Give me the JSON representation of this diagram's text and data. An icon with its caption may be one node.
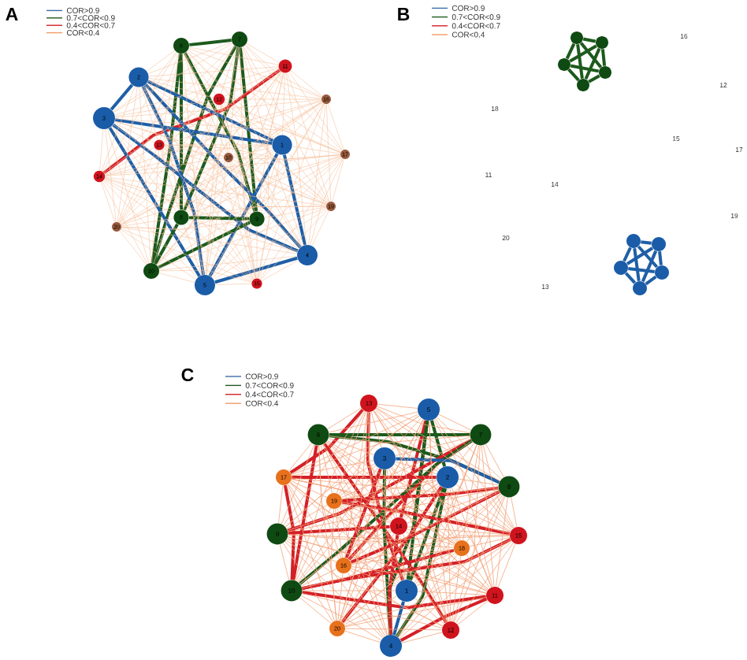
{
  "diagram": {
    "nodes": [
      {
        "text": [
          "6"
        ]
      },
      {
        "text": [
          "7"
        ]
      },
      {
        "text": [
          "11"
        ]
      },
      {
        "text": [
          "2"
        ]
      },
      {
        "text": [
          "12"
        ]
      },
      {
        "text": [
          "16"
        ]
      },
      {
        "text": [
          "3"
        ]
      },
      {
        "text": [
          "13"
        ]
      },
      {
        "text": [
          "1"
        ]
      },
      {
        "text": [
          "17"
        ]
      },
      {
        "text": [
          "18"
        ]
      },
      {
        "text": [
          "14"
        ]
      },
      {
        "text": [
          "19"
        ]
      },
      {
        "text": [
          "8"
        ]
      },
      {
        "text": [
          "9"
        ]
      },
      {
        "text": [
          "20"
        ]
      },
      {
        "text": [
          "4"
        ]
      },
      {
        "text": [
          "10"
        ]
      },
      {
        "text": [
          "5"
        ]
      },
      {
        "text": [
          "15"
        ]
      },
      {
        "text": [],
        "shape": "circle"
      },
      {
        "text": [],
        "shape": "circle"
      },
      {
        "text": [
          "16"
        ]
      },
      {
        "text": [],
        "shape": "circle"
      },
      {
        "text": [],
        "shape": "circle"
      },
      {
        "text": [],
        "shape": "circle"
      },
      {
        "text": [
          "12"
        ]
      },
      {
        "text": [
          "18"
        ]
      },
      {
        "text": [
          "15"
        ]
      },
      {
        "text": [
          "17"
        ]
      },
      {
        "text": [
          "11"
        ]
      },
      {
        "text": [
          "14"
        ]
      },
      {
        "text": [
          "19"
        ]
      },
      {
        "text": [
          "20"
        ]
      },
      {
        "text": [],
        "shape": "circle"
      },
      {
        "text": [],
        "shape": "circle"
      },
      {
        "text": [],
        "shape": "circle"
      },
      {
        "text": [],
        "shape": "circle"
      },
      {
        "text": [],
        "shape": "circle"
      },
      {
        "text": [
          "13"
        ]
      },
      {
        "text": [
          "13"
        ]
      },
      {
        "text": [
          "5"
        ]
      },
      {
        "text": [
          "6"
        ]
      },
      {
        "text": [
          "7"
        ]
      },
      {
        "text": [
          "3"
        ]
      },
      {
        "text": [
          "2"
        ]
      },
      {
        "text": [
          "17"
        ]
      },
      {
        "text": [
          "8"
        ]
      },
      {
        "text": [
          "19"
        ]
      },
      {
        "text": [
          "14"
        ]
      },
      {
        "text": [
          "9"
        ]
      },
      {
        "text": [
          "15"
        ]
      },
      {
        "text": [
          "18"
        ]
      },
      {
        "text": [
          "16"
        ]
      },
      {
        "text": [
          "10"
        ]
      },
      {
        "text": [
          "1"
        ]
      },
      {
        "text": [
          "11"
        ]
      },
      {
        "text": [
          "12"
        ]
      },
      {
        "text": [
          "20"
        ]
      },
      {
        "text": [
          "4"
        ]
      }
    ],
    "edges": [
      {
        "from": 0,
        "to": 1,
        "arrow": "none",
        "style": "thick",
        "color": "#1d5a1d"
      },
      {
        "from": 0,
        "to": 2,
        "arrow": "none"
      },
      {
        "from": 0,
        "to": 3,
        "arrow": "none"
      },
      {
        "from": 0,
        "to": 4,
        "arrow": "none"
      },
      {
        "from": 0,
        "to": 5,
        "arrow": "none"
      },
      {
        "from": 0,
        "to": 6,
        "arrow": "none"
      },
      {
        "from": 0,
        "to": 7,
        "arrow": "none"
      },
      {
        "from": 0,
        "to": 8,
        "arrow": "none"
      },
      {
        "from": 0,
        "to": 9,
        "arrow": "none"
      },
      {
        "from": 0,
        "to": 10,
        "arrow": "none"
      },
      {
        "from": 0,
        "to": 11,
        "arrow": "none"
      },
      {
        "from": 0,
        "to": 12,
        "arrow": "none"
      },
      {
        "from": 0,
        "to": 13,
        "arrow": "none",
        "style": "thick",
        "color": "#1d5a1d"
      },
      {
        "from": 0,
        "to": 14,
        "arrow": "none",
        "style": "thick",
        "color": "#1d5a1d"
      },
      {
        "from": 0,
        "to": 15,
        "arrow": "none"
      },
      {
        "from": 0,
        "to": 16,
        "arrow": "none"
      },
      {
        "from": 0,
        "to": 17,
        "arrow": "none",
        "style": "thick",
        "color": "#1d5a1d"
      },
      {
        "from": 0,
        "to": 18,
        "arrow": "none"
      },
      {
        "from": 0,
        "to": 19,
        "arrow": "none"
      },
      {
        "from": 1,
        "to": 2,
        "arrow": "none"
      },
      {
        "from": 1,
        "to": 3,
        "arrow": "none"
      },
      {
        "from": 1,
        "to": 4,
        "arrow": "none"
      },
      {
        "from": 1,
        "to": 5,
        "arrow": "none"
      },
      {
        "from": 1,
        "to": 6,
        "arrow": "none"
      },
      {
        "from": 1,
        "to": 7,
        "arrow": "none"
      },
      {
        "from": 1,
        "to": 8,
        "arrow": "none"
      },
      {
        "from": 1,
        "to": 9,
        "arrow": "none"
      },
      {
        "from": 1,
        "to": 10,
        "arrow": "none"
      },
      {
        "from": 1,
        "to": 11,
        "arrow": "none"
      },
      {
        "from": 1,
        "to": 12,
        "arrow": "none"
      },
      {
        "from": 1,
        "to": 13,
        "arrow": "none",
        "style": "thick",
        "color": "#1d5a1d"
      },
      {
        "from": 1,
        "to": 14,
        "arrow": "none",
        "style": "thick",
        "color": "#1d5a1d"
      },
      {
        "from": 1,
        "to": 15,
        "arrow": "none"
      },
      {
        "from": 1,
        "to": 16,
        "arrow": "none"
      },
      {
        "from": 1,
        "to": 17,
        "arrow": "none",
        "style": "thick",
        "color": "#1d5a1d"
      },
      {
        "from": 1,
        "to": 18,
        "arrow": "none"
      },
      {
        "from": 1,
        "to": 19,
        "arrow": "none"
      },
      {
        "from": 2,
        "to": 3,
        "arrow": "none"
      },
      {
        "from": 2,
        "to": 4,
        "arrow": "none"
      },
      {
        "from": 2,
        "to": 5,
        "arrow": "none"
      },
      {
        "from": 2,
        "to": 6,
        "arrow": "none"
      },
      {
        "from": 2,
        "to": 7,
        "arrow": "none"
      },
      {
        "from": 2,
        "to": 8,
        "arrow": "none"
      },
      {
        "from": 2,
        "to": 9,
        "arrow": "none"
      },
      {
        "from": 2,
        "to": 10,
        "arrow": "none"
      },
      {
        "from": 2,
        "to": 11,
        "arrow": "none",
        "style": "thick",
        "color": "#d42027"
      },
      {
        "from": 2,
        "to": 12,
        "arrow": "none"
      },
      {
        "from": 2,
        "to": 13,
        "arrow": "none"
      },
      {
        "from": 2,
        "to": 14,
        "arrow": "none"
      },
      {
        "from": 2,
        "to": 15,
        "arrow": "none"
      },
      {
        "from": 2,
        "to": 16,
        "arrow": "none"
      },
      {
        "from": 2,
        "to": 17,
        "arrow": "none"
      },
      {
        "from": 2,
        "to": 18,
        "arrow": "none"
      },
      {
        "from": 2,
        "to": 19,
        "arrow": "none"
      },
      {
        "from": 3,
        "to": 4,
        "arrow": "none"
      },
      {
        "from": 3,
        "to": 5,
        "arrow": "none"
      },
      {
        "from": 3,
        "to": 6,
        "arrow": "none",
        "style": "thick",
        "color": "#1f5fa6"
      },
      {
        "from": 3,
        "to": 7,
        "arrow": "none"
      },
      {
        "from": 3,
        "to": 8,
        "arrow": "none",
        "style": "thick",
        "color": "#1f5fa6"
      },
      {
        "from": 3,
        "to": 9,
        "arrow": "none"
      },
      {
        "from": 3,
        "to": 10,
        "arrow": "none"
      },
      {
        "from": 3,
        "to": 11,
        "arrow": "none"
      },
      {
        "from": 3,
        "to": 12,
        "arrow": "none"
      },
      {
        "from": 3,
        "to": 13,
        "arrow": "none"
      },
      {
        "from": 3,
        "to": 14,
        "arrow": "none"
      },
      {
        "from": 3,
        "to": 15,
        "arrow": "none"
      },
      {
        "from": 3,
        "to": 16,
        "arrow": "none",
        "style": "thick",
        "color": "#1f5fa6"
      },
      {
        "from": 3,
        "to": 17,
        "arrow": "none"
      },
      {
        "from": 3,
        "to": 18,
        "arrow": "none",
        "style": "thick",
        "color": "#1f5fa6"
      },
      {
        "from": 3,
        "to": 19,
        "arrow": "none"
      },
      {
        "from": 4,
        "to": 5,
        "arrow": "none"
      },
      {
        "from": 4,
        "to": 6,
        "arrow": "none"
      },
      {
        "from": 4,
        "to": 7,
        "arrow": "none"
      },
      {
        "from": 4,
        "to": 8,
        "arrow": "none"
      },
      {
        "from": 4,
        "to": 9,
        "arrow": "none"
      },
      {
        "from": 4,
        "to": 10,
        "arrow": "none"
      },
      {
        "from": 4,
        "to": 11,
        "arrow": "none"
      },
      {
        "from": 4,
        "to": 12,
        "arrow": "none"
      },
      {
        "from": 4,
        "to": 13,
        "arrow": "none"
      },
      {
        "from": 4,
        "to": 14,
        "arrow": "none"
      },
      {
        "from": 4,
        "to": 15,
        "arrow": "none"
      },
      {
        "from": 4,
        "to": 16,
        "arrow": "none"
      },
      {
        "from": 4,
        "to": 17,
        "arrow": "none"
      },
      {
        "from": 4,
        "to": 18,
        "arrow": "none"
      },
      {
        "from": 4,
        "to": 19,
        "arrow": "none"
      },
      {
        "from": 5,
        "to": 6,
        "arrow": "none"
      },
      {
        "from": 5,
        "to": 7,
        "arrow": "none"
      },
      {
        "from": 5,
        "to": 8,
        "arrow": "none"
      },
      {
        "from": 5,
        "to": 9,
        "arrow": "none"
      },
      {
        "from": 5,
        "to": 10,
        "arrow": "none"
      },
      {
        "from": 5,
        "to": 11,
        "arrow": "none"
      },
      {
        "from": 5,
        "to": 12,
        "arrow": "none"
      },
      {
        "from": 5,
        "to": 13,
        "arrow": "none"
      },
      {
        "from": 5,
        "to": 14,
        "arrow": "none"
      },
      {
        "from": 5,
        "to": 15,
        "arrow": "none"
      },
      {
        "from": 5,
        "to": 16,
        "arrow": "none"
      },
      {
        "from": 5,
        "to": 17,
        "arrow": "none"
      },
      {
        "from": 5,
        "to": 18,
        "arrow": "none"
      },
      {
        "from": 5,
        "to": 19,
        "arrow": "none"
      },
      {
        "from": 6,
        "to": 7,
        "arrow": "none"
      },
      {
        "from": 6,
        "to": 8,
        "arrow": "none",
        "style": "thick",
        "color": "#1f5fa6"
      },
      {
        "from": 6,
        "to": 9,
        "arrow": "none"
      },
      {
        "from": 6,
        "to": 10,
        "arrow": "none"
      },
      {
        "from": 6,
        "to": 11,
        "arrow": "none"
      },
      {
        "from": 6,
        "to": 12,
        "arrow": "none"
      },
      {
        "from": 6,
        "to": 13,
        "arrow": "none"
      },
      {
        "from": 6,
        "to": 14,
        "arrow": "none"
      },
      {
        "from": 6,
        "to": 15,
        "arrow": "none"
      },
      {
        "from": 6,
        "to": 16,
        "arrow": "none",
        "style": "thick",
        "color": "#1f5fa6"
      },
      {
        "from": 6,
        "to": 17,
        "arrow": "none"
      },
      {
        "from": 6,
        "to": 18,
        "arrow": "none",
        "style": "thick",
        "color": "#1f5fa6"
      },
      {
        "from": 6,
        "to": 19,
        "arrow": "none"
      },
      {
        "from": 7,
        "to": 8,
        "arrow": "none"
      },
      {
        "from": 7,
        "to": 9,
        "arrow": "none"
      },
      {
        "from": 7,
        "to": 10,
        "arrow": "none"
      },
      {
        "from": 7,
        "to": 11,
        "arrow": "none"
      },
      {
        "from": 7,
        "to": 12,
        "arrow": "none"
      },
      {
        "from": 7,
        "to": 13,
        "arrow": "none"
      },
      {
        "from": 7,
        "to": 14,
        "arrow": "none"
      },
      {
        "from": 7,
        "to": 15,
        "arrow": "none"
      },
      {
        "from": 7,
        "to": 16,
        "arrow": "none"
      },
      {
        "from": 7,
        "to": 17,
        "arrow": "none"
      },
      {
        "from": 7,
        "to": 18,
        "arrow": "none"
      },
      {
        "from": 7,
        "to": 19,
        "arrow": "none"
      },
      {
        "from": 8,
        "to": 9,
        "arrow": "none"
      },
      {
        "from": 8,
        "to": 10,
        "arrow": "none"
      },
      {
        "from": 8,
        "to": 11,
        "arrow": "none"
      },
      {
        "from": 8,
        "to": 12,
        "arrow": "none"
      },
      {
        "from": 8,
        "to": 13,
        "arrow": "none"
      },
      {
        "from": 8,
        "to": 14,
        "arrow": "none"
      },
      {
        "from": 8,
        "to": 15,
        "arrow": "none"
      },
      {
        "from": 8,
        "to": 16,
        "arrow": "none",
        "style": "thick",
        "color": "#1f5fa6"
      },
      {
        "from": 8,
        "to": 17,
        "arrow": "none"
      },
      {
        "from": 8,
        "to": 18,
        "arrow": "none",
        "style": "thick",
        "color": "#1f5fa6"
      },
      {
        "from": 8,
        "to": 19,
        "arrow": "none"
      },
      {
        "from": 9,
        "to": 10,
        "arrow": "none"
      },
      {
        "from": 9,
        "to": 11,
        "arrow": "none"
      },
      {
        "from": 9,
        "to": 12,
        "arrow": "none"
      },
      {
        "from": 9,
        "to": 13,
        "arrow": "none"
      },
      {
        "from": 9,
        "to": 14,
        "arrow": "none"
      },
      {
        "from": 9,
        "to": 15,
        "arrow": "none"
      },
      {
        "from": 9,
        "to": 16,
        "arrow": "none"
      },
      {
        "from": 9,
        "to": 17,
        "arrow": "none"
      },
      {
        "from": 9,
        "to": 18,
        "arrow": "none"
      },
      {
        "from": 9,
        "to": 19,
        "arrow": "none"
      },
      {
        "from": 10,
        "to": 11,
        "arrow": "none"
      },
      {
        "from": 10,
        "to": 12,
        "arrow": "none"
      },
      {
        "from": 10,
        "to": 13,
        "arrow": "none"
      },
      {
        "from": 10,
        "to": 14,
        "arrow": "none"
      },
      {
        "from": 10,
        "to": 15,
        "arrow": "none"
      },
      {
        "from": 10,
        "to": 16,
        "arrow": "none"
      },
      {
        "from": 10,
        "to": 17,
        "arrow": "none"
      },
      {
        "from": 10,
        "to": 18,
        "arrow": "none"
      },
      {
        "from": 10,
        "to": 19,
        "arrow": "none"
      },
      {
        "from": 11,
        "to": 12,
        "arrow": "none"
      },
      {
        "from": 11,
        "to": 13,
        "arrow": "none"
      },
      {
        "from": 11,
        "to": 14,
        "arrow": "none"
      },
      {
        "from": 11,
        "to": 15,
        "arrow": "none"
      },
      {
        "from": 11,
        "to": 16,
        "arrow": "none"
      },
      {
        "from": 11,
        "to": 17,
        "arrow": "none"
      },
      {
        "from": 11,
        "to": 18,
        "arrow": "none"
      },
      {
        "from": 11,
        "to": 19,
        "arrow": "none"
      },
      {
        "from": 12,
        "to": 13,
        "arrow": "none"
      },
      {
        "from": 12,
        "to": 14,
        "arrow": "none"
      },
      {
        "from": 12,
        "to": 15,
        "arrow": "none"
      },
      {
        "from": 12,
        "to": 16,
        "arrow": "none"
      },
      {
        "from": 12,
        "to": 17,
        "arrow": "none"
      },
      {
        "from": 12,
        "to": 18,
        "arrow": "none"
      },
      {
        "from": 12,
        "to": 19,
        "arrow": "none"
      },
      {
        "from": 13,
        "to": 14,
        "arrow": "none",
        "style": "thick",
        "color": "#1d5a1d"
      },
      {
        "from": 13,
        "to": 15,
        "arrow": "none"
      },
      {
        "from": 13,
        "to": 16,
        "arrow": "none"
      },
      {
        "from": 13,
        "to": 17,
        "arrow": "none",
        "style": "thick",
        "color": "#1d5a1d"
      },
      {
        "from": 13,
        "to": 18,
        "arrow": "none"
      },
      {
        "from": 13,
        "to": 19,
        "arrow": "none"
      },
      {
        "from": 14,
        "to": 15,
        "arrow": "none"
      },
      {
        "from": 14,
        "to": 16,
        "arrow": "none"
      },
      {
        "from": 14,
        "to": 17,
        "arrow": "none",
        "style": "thick",
        "color": "#1d5a1d"
      },
      {
        "from": 14,
        "to": 18,
        "arrow": "none"
      },
      {
        "from": 14,
        "to": 19,
        "arrow": "none"
      },
      {
        "from": 15,
        "to": 16,
        "arrow": "none"
      },
      {
        "from": 15,
        "to": 17,
        "arrow": "none"
      },
      {
        "from": 15,
        "to": 18,
        "arrow": "none"
      },
      {
        "from": 15,
        "to": 19,
        "arrow": "none"
      },
      {
        "from": 16,
        "to": 17,
        "arrow": "none"
      },
      {
        "from": 16,
        "to": 18,
        "arrow": "none",
        "style": "thick",
        "color": "#1f5fa6"
      },
      {
        "from": 16,
        "to": 19,
        "arrow": "none"
      },
      {
        "from": 17,
        "to": 18,
        "arrow": "none"
      },
      {
        "from": 17,
        "to": 19,
        "arrow": "none"
      },
      {
        "from": 18,
        "to": 19,
        "arrow": "none"
      },
      {
        "from": 20,
        "to": 21,
        "arrow": "none",
        "style": "thick",
        "color": "#1d5a1d"
      },
      {
        "from": 20,
        "to": 23,
        "arrow": "none",
        "style": "thick",
        "color": "#1d5a1d"
      },
      {
        "from": 20,
        "to": 24,
        "arrow": "none",
        "style": "thick",
        "color": "#1d5a1d"
      },
      {
        "from": 20,
        "to": 25,
        "arrow": "none",
        "style": "thick",
        "color": "#1d5a1d"
      },
      {
        "from": 21,
        "to": 23,
        "arrow": "none",
        "style": "thick",
        "color": "#1d5a1d"
      },
      {
        "from": 21,
        "to": 24,
        "arrow": "none",
        "style": "thick",
        "color": "#1d5a1d"
      },
      {
        "from": 21,
        "to": 25,
        "arrow": "none",
        "style": "thick",
        "color": "#1d5a1d"
      },
      {
        "from": 23,
        "to": 24,
        "arrow": "none",
        "style": "thick",
        "color": "#1d5a1d"
      },
      {
        "from": 23,
        "to": 25,
        "arrow": "none",
        "style": "thick",
        "color": "#1d5a1d"
      },
      {
        "from": 24,
        "to": 25,
        "arrow": "none",
        "style": "thick",
        "color": "#1d5a1d"
      },
      {
        "from": 34,
        "to": 35,
        "arrow": "none",
        "style": "thick",
        "color": "#1f5fa6"
      },
      {
        "from": 34,
        "to": 36,
        "arrow": "none",
        "style": "thick",
        "color": "#1f5fa6"
      },
      {
        "from": 34,
        "to": 37,
        "arrow": "none",
        "style": "thick",
        "color": "#1f5fa6"
      },
      {
        "from": 34,
        "to": 38,
        "arrow": "none",
        "style": "thick",
        "color": "#1f5fa6"
      },
      {
        "from": 35,
        "to": 36,
        "arrow": "none",
        "style": "thick",
        "color": "#1f5fa6"
      },
      {
        "from": 35,
        "to": 37,
        "arrow": "none",
        "style": "thick",
        "color": "#1f5fa6"
      },
      {
        "from": 35,
        "to": 38,
        "arrow": "none",
        "style": "thick",
        "color": "#1f5fa6"
      },
      {
        "from": 36,
        "to": 37,
        "arrow": "none",
        "style": "thick",
        "color": "#1f5fa6"
      },
      {
        "from": 36,
        "to": 38,
        "arrow": "none",
        "style": "thick",
        "color": "#1f5fa6"
      },
      {
        "from": 37,
        "to": 38,
        "arrow": "none",
        "style": "thick",
        "color": "#1f5fa6"
      },
      {
        "from": 40,
        "to": 41,
        "arrow": "none"
      },
      {
        "from": 40,
        "to": 42,
        "arrow": "none"
      },
      {
        "from": 40,
        "to": 43,
        "arrow": "none"
      },
      {
        "from": 40,
        "to": 44,
        "arrow": "none"
      },
      {
        "from": 40,
        "to": 45,
        "arrow": "none"
      },
      {
        "from": 40,
        "to": 46,
        "arrow": "none",
        "style": "thick",
        "color": "#d42027"
      },
      {
        "from": 40,
        "to": 47,
        "arrow": "none"
      },
      {
        "from": 40,
        "to": 48,
        "arrow": "none"
      },
      {
        "from": 40,
        "to": 49,
        "arrow": "none"
      },
      {
        "from": 40,
        "to": 50,
        "arrow": "none"
      },
      {
        "from": 40,
        "to": 51,
        "arrow": "none"
      },
      {
        "from": 40,
        "to": 52,
        "arrow": "none"
      },
      {
        "from": 40,
        "to": 53,
        "arrow": "none"
      },
      {
        "from": 40,
        "to": 54,
        "arrow": "none"
      },
      {
        "from": 40,
        "to": 55,
        "arrow": "none",
        "style": "thick",
        "color": "#d42027"
      },
      {
        "from": 40,
        "to": 56,
        "arrow": "none"
      },
      {
        "from": 40,
        "to": 57,
        "arrow": "none"
      },
      {
        "from": 40,
        "to": 58,
        "arrow": "none"
      },
      {
        "from": 40,
        "to": 59,
        "arrow": "none"
      },
      {
        "from": 41,
        "to": 42,
        "arrow": "none"
      },
      {
        "from": 41,
        "to": 43,
        "arrow": "none"
      },
      {
        "from": 41,
        "to": 44,
        "arrow": "none"
      },
      {
        "from": 41,
        "to": 45,
        "arrow": "none",
        "style": "thick",
        "color": "#1d5a1d"
      },
      {
        "from": 41,
        "to": 46,
        "arrow": "none"
      },
      {
        "from": 41,
        "to": 47,
        "arrow": "none"
      },
      {
        "from": 41,
        "to": 48,
        "arrow": "none"
      },
      {
        "from": 41,
        "to": 49,
        "arrow": "none",
        "style": "thick",
        "color": "#d42027"
      },
      {
        "from": 41,
        "to": 50,
        "arrow": "none"
      },
      {
        "from": 41,
        "to": 51,
        "arrow": "none"
      },
      {
        "from": 41,
        "to": 52,
        "arrow": "none"
      },
      {
        "from": 41,
        "to": 53,
        "arrow": "none"
      },
      {
        "from": 41,
        "to": 54,
        "arrow": "none"
      },
      {
        "from": 41,
        "to": 55,
        "arrow": "none",
        "style": "thick",
        "color": "#1d5a1d"
      },
      {
        "from": 41,
        "to": 56,
        "arrow": "none"
      },
      {
        "from": 41,
        "to": 57,
        "arrow": "none"
      },
      {
        "from": 41,
        "to": 58,
        "arrow": "none"
      },
      {
        "from": 41,
        "to": 59,
        "arrow": "none",
        "style": "thick",
        "color": "#1d5a1d"
      },
      {
        "from": 42,
        "to": 43,
        "arrow": "none",
        "style": "thick",
        "color": "#1d5a1d"
      },
      {
        "from": 42,
        "to": 44,
        "arrow": "none"
      },
      {
        "from": 42,
        "to": 45,
        "arrow": "none"
      },
      {
        "from": 42,
        "to": 46,
        "arrow": "none"
      },
      {
        "from": 42,
        "to": 47,
        "arrow": "none",
        "style": "thick",
        "color": "#1d5a1d"
      },
      {
        "from": 42,
        "to": 48,
        "arrow": "none"
      },
      {
        "from": 42,
        "to": 49,
        "arrow": "none"
      },
      {
        "from": 42,
        "to": 50,
        "arrow": "none"
      },
      {
        "from": 42,
        "to": 51,
        "arrow": "none"
      },
      {
        "from": 42,
        "to": 52,
        "arrow": "none"
      },
      {
        "from": 42,
        "to": 53,
        "arrow": "none"
      },
      {
        "from": 42,
        "to": 54,
        "arrow": "none",
        "style": "thick",
        "color": "#d42027"
      },
      {
        "from": 42,
        "to": 55,
        "arrow": "none"
      },
      {
        "from": 42,
        "to": 56,
        "arrow": "none"
      },
      {
        "from": 42,
        "to": 57,
        "arrow": "none",
        "style": "thick",
        "color": "#d42027"
      },
      {
        "from": 42,
        "to": 58,
        "arrow": "none"
      },
      {
        "from": 42,
        "to": 59,
        "arrow": "none"
      },
      {
        "from": 43,
        "to": 44,
        "arrow": "none"
      },
      {
        "from": 43,
        "to": 45,
        "arrow": "none"
      },
      {
        "from": 43,
        "to": 46,
        "arrow": "none"
      },
      {
        "from": 43,
        "to": 47,
        "arrow": "none"
      },
      {
        "from": 43,
        "to": 48,
        "arrow": "none"
      },
      {
        "from": 43,
        "to": 49,
        "arrow": "none"
      },
      {
        "from": 43,
        "to": 50,
        "arrow": "none",
        "style": "thick",
        "color": "#d42027"
      },
      {
        "from": 43,
        "to": 51,
        "arrow": "none"
      },
      {
        "from": 43,
        "to": 52,
        "arrow": "none"
      },
      {
        "from": 43,
        "to": 53,
        "arrow": "none",
        "style": "thick",
        "color": "#d42027"
      },
      {
        "from": 43,
        "to": 54,
        "arrow": "none",
        "style": "thick",
        "color": "#1d5a1d"
      },
      {
        "from": 43,
        "to": 55,
        "arrow": "none"
      },
      {
        "from": 43,
        "to": 56,
        "arrow": "none"
      },
      {
        "from": 43,
        "to": 57,
        "arrow": "none"
      },
      {
        "from": 43,
        "to": 58,
        "arrow": "none"
      },
      {
        "from": 43,
        "to": 59,
        "arrow": "none"
      },
      {
        "from": 44,
        "to": 45,
        "arrow": "none"
      },
      {
        "from": 44,
        "to": 46,
        "arrow": "none"
      },
      {
        "from": 44,
        "to": 47,
        "arrow": "none",
        "style": "thick",
        "color": "#1f5fa6"
      },
      {
        "from": 44,
        "to": 48,
        "arrow": "none"
      },
      {
        "from": 44,
        "to": 49,
        "arrow": "none"
      },
      {
        "from": 44,
        "to": 50,
        "arrow": "none"
      },
      {
        "from": 44,
        "to": 51,
        "arrow": "none"
      },
      {
        "from": 44,
        "to": 52,
        "arrow": "none"
      },
      {
        "from": 44,
        "to": 53,
        "arrow": "none",
        "style": "thick",
        "color": "#d42027"
      },
      {
        "from": 44,
        "to": 54,
        "arrow": "none"
      },
      {
        "from": 44,
        "to": 55,
        "arrow": "none"
      },
      {
        "from": 44,
        "to": 56,
        "arrow": "none"
      },
      {
        "from": 44,
        "to": 57,
        "arrow": "none"
      },
      {
        "from": 44,
        "to": 58,
        "arrow": "none"
      },
      {
        "from": 44,
        "to": 59,
        "arrow": "none",
        "style": "thick",
        "color": "#1d5a1d"
      },
      {
        "from": 45,
        "to": 46,
        "arrow": "none",
        "style": "thick",
        "color": "#d42027"
      },
      {
        "from": 45,
        "to": 47,
        "arrow": "none"
      },
      {
        "from": 45,
        "to": 48,
        "arrow": "none"
      },
      {
        "from": 45,
        "to": 49,
        "arrow": "none"
      },
      {
        "from": 45,
        "to": 50,
        "arrow": "none"
      },
      {
        "from": 45,
        "to": 51,
        "arrow": "none"
      },
      {
        "from": 45,
        "to": 52,
        "arrow": "none"
      },
      {
        "from": 45,
        "to": 53,
        "arrow": "none"
      },
      {
        "from": 45,
        "to": 54,
        "arrow": "none"
      },
      {
        "from": 45,
        "to": 55,
        "arrow": "none",
        "style": "thick",
        "color": "#1d5a1d"
      },
      {
        "from": 45,
        "to": 56,
        "arrow": "none"
      },
      {
        "from": 45,
        "to": 57,
        "arrow": "none"
      },
      {
        "from": 45,
        "to": 58,
        "arrow": "none",
        "style": "thick",
        "color": "#d42027"
      },
      {
        "from": 45,
        "to": 59,
        "arrow": "none",
        "style": "thick",
        "color": "#1d5a1d"
      },
      {
        "from": 46,
        "to": 47,
        "arrow": "none"
      },
      {
        "from": 46,
        "to": 48,
        "arrow": "none"
      },
      {
        "from": 46,
        "to": 49,
        "arrow": "none"
      },
      {
        "from": 46,
        "to": 50,
        "arrow": "none"
      },
      {
        "from": 46,
        "to": 51,
        "arrow": "none"
      },
      {
        "from": 46,
        "to": 52,
        "arrow": "none"
      },
      {
        "from": 46,
        "to": 53,
        "arrow": "none"
      },
      {
        "from": 46,
        "to": 54,
        "arrow": "none",
        "style": "thick",
        "color": "#d42027"
      },
      {
        "from": 46,
        "to": 55,
        "arrow": "none"
      },
      {
        "from": 46,
        "to": 56,
        "arrow": "none"
      },
      {
        "from": 46,
        "to": 57,
        "arrow": "none"
      },
      {
        "from": 46,
        "to": 58,
        "arrow": "none"
      },
      {
        "from": 46,
        "to": 59,
        "arrow": "none"
      },
      {
        "from": 47,
        "to": 48,
        "arrow": "none",
        "style": "thick",
        "color": "#d42027"
      },
      {
        "from": 47,
        "to": 49,
        "arrow": "none"
      },
      {
        "from": 47,
        "to": 50,
        "arrow": "none"
      },
      {
        "from": 47,
        "to": 51,
        "arrow": "none"
      },
      {
        "from": 47,
        "to": 52,
        "arrow": "none"
      },
      {
        "from": 47,
        "to": 53,
        "arrow": "none",
        "style": "thick",
        "color": "#d42027"
      },
      {
        "from": 47,
        "to": 54,
        "arrow": "none"
      },
      {
        "from": 47,
        "to": 55,
        "arrow": "none"
      },
      {
        "from": 47,
        "to": 56,
        "arrow": "none"
      },
      {
        "from": 47,
        "to": 57,
        "arrow": "none"
      },
      {
        "from": 47,
        "to": 58,
        "arrow": "none"
      },
      {
        "from": 47,
        "to": 59,
        "arrow": "none"
      },
      {
        "from": 48,
        "to": 49,
        "arrow": "none"
      },
      {
        "from": 48,
        "to": 50,
        "arrow": "none"
      },
      {
        "from": 48,
        "to": 51,
        "arrow": "none",
        "style": "thick",
        "color": "#d42027"
      },
      {
        "from": 48,
        "to": 52,
        "arrow": "none"
      },
      {
        "from": 48,
        "to": 53,
        "arrow": "none"
      },
      {
        "from": 48,
        "to": 54,
        "arrow": "none"
      },
      {
        "from": 48,
        "to": 55,
        "arrow": "none"
      },
      {
        "from": 48,
        "to": 56,
        "arrow": "none"
      },
      {
        "from": 48,
        "to": 57,
        "arrow": "none"
      },
      {
        "from": 48,
        "to": 58,
        "arrow": "none"
      },
      {
        "from": 48,
        "to": 59,
        "arrow": "none"
      },
      {
        "from": 49,
        "to": 50,
        "arrow": "none",
        "style": "thick",
        "color": "#d42027"
      },
      {
        "from": 49,
        "to": 51,
        "arrow": "none"
      },
      {
        "from": 49,
        "to": 52,
        "arrow": "none"
      },
      {
        "from": 49,
        "to": 53,
        "arrow": "none"
      },
      {
        "from": 49,
        "to": 54,
        "arrow": "none"
      },
      {
        "from": 49,
        "to": 55,
        "arrow": "none"
      },
      {
        "from": 49,
        "to": 56,
        "arrow": "none"
      },
      {
        "from": 49,
        "to": 57,
        "arrow": "none"
      },
      {
        "from": 49,
        "to": 58,
        "arrow": "none"
      },
      {
        "from": 49,
        "to": 59,
        "arrow": "none",
        "style": "thick",
        "color": "#d42027"
      },
      {
        "from": 50,
        "to": 51,
        "arrow": "none"
      },
      {
        "from": 50,
        "to": 52,
        "arrow": "none"
      },
      {
        "from": 50,
        "to": 53,
        "arrow": "none"
      },
      {
        "from": 50,
        "to": 54,
        "arrow": "none"
      },
      {
        "from": 50,
        "to": 55,
        "arrow": "none"
      },
      {
        "from": 50,
        "to": 56,
        "arrow": "none"
      },
      {
        "from": 50,
        "to": 57,
        "arrow": "none"
      },
      {
        "from": 50,
        "to": 58,
        "arrow": "none"
      },
      {
        "from": 50,
        "to": 59,
        "arrow": "none"
      },
      {
        "from": 51,
        "to": 52,
        "arrow": "none"
      },
      {
        "from": 51,
        "to": 53,
        "arrow": "none"
      },
      {
        "from": 51,
        "to": 54,
        "arrow": "none",
        "style": "thick",
        "color": "#d42027"
      },
      {
        "from": 51,
        "to": 55,
        "arrow": "none"
      },
      {
        "from": 51,
        "to": 56,
        "arrow": "none"
      },
      {
        "from": 51,
        "to": 57,
        "arrow": "none"
      },
      {
        "from": 51,
        "to": 58,
        "arrow": "none"
      },
      {
        "from": 51,
        "to": 59,
        "arrow": "none"
      },
      {
        "from": 52,
        "to": 53,
        "arrow": "none"
      },
      {
        "from": 52,
        "to": 54,
        "arrow": "none",
        "style": "thick",
        "color": "#d42027"
      },
      {
        "from": 52,
        "to": 55,
        "arrow": "none"
      },
      {
        "from": 52,
        "to": 56,
        "arrow": "none"
      },
      {
        "from": 52,
        "to": 57,
        "arrow": "none"
      },
      {
        "from": 52,
        "to": 58,
        "arrow": "none"
      },
      {
        "from": 52,
        "to": 59,
        "arrow": "none"
      },
      {
        "from": 53,
        "to": 54,
        "arrow": "none"
      },
      {
        "from": 53,
        "to": 55,
        "arrow": "none"
      },
      {
        "from": 53,
        "to": 56,
        "arrow": "none"
      },
      {
        "from": 53,
        "to": 57,
        "arrow": "none"
      },
      {
        "from": 53,
        "to": 58,
        "arrow": "none"
      },
      {
        "from": 53,
        "to": 59,
        "arrow": "none"
      },
      {
        "from": 54,
        "to": 55,
        "arrow": "none"
      },
      {
        "from": 54,
        "to": 56,
        "arrow": "none",
        "style": "thick",
        "color": "#d42027"
      },
      {
        "from": 54,
        "to": 57,
        "arrow": "none"
      },
      {
        "from": 54,
        "to": 58,
        "arrow": "none"
      },
      {
        "from": 54,
        "to": 59,
        "arrow": "none"
      },
      {
        "from": 55,
        "to": 56,
        "arrow": "none"
      },
      {
        "from": 55,
        "to": 57,
        "arrow": "none"
      },
      {
        "from": 55,
        "to": 58,
        "arrow": "none"
      },
      {
        "from": 55,
        "to": 59,
        "arrow": "none",
        "style": "thick",
        "color": "#1f5fa6"
      },
      {
        "from": 56,
        "to": 57,
        "arrow": "none"
      },
      {
        "from": 56,
        "to": 58,
        "arrow": "none"
      },
      {
        "from": 56,
        "to": 59,
        "arrow": "none",
        "style": "thick",
        "color": "#d42027"
      },
      {
        "from": 57,
        "to": 58,
        "arrow": "none"
      },
      {
        "from": 57,
        "to": 59,
        "arrow": "none"
      },
      {
        "from": 58,
        "to": 59,
        "arrow": "none"
      }
    ],
    "labels": [
      "A",
      "B",
      "C"
    ],
    "legend": [
      {
        "text": "COR>0.9"
      },
      {
        "text": "0.7<COR<0.9"
      },
      {
        "text": "0.4<COR<0.7"
      },
      {
        "text": "COR<0.4"
      },
      {
        "text": "COR>0.9"
      },
      {
        "text": "0.7<COR<0.9"
      },
      {
        "text": "0.4<COR<0.7"
      },
      {
        "text": "COR<0.4"
      },
      {
        "text": "COR>0.9"
      },
      {
        "text": "0.7<COR<0.9"
      },
      {
        "text": "0.4<COR<0.7"
      },
      {
        "text": "COR<0.4"
      }
    ]
  }
}
